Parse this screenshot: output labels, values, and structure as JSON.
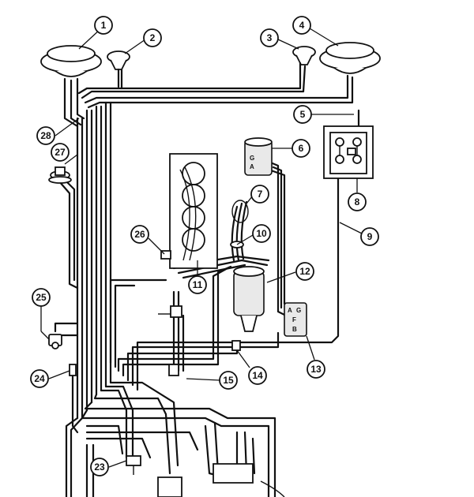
{
  "callouts": [
    "1",
    "2",
    "3",
    "4",
    "5",
    "6",
    "7",
    "8",
    "9",
    "10",
    "11",
    "12",
    "13",
    "14",
    "15",
    "23",
    "24",
    "25",
    "26",
    "27",
    "28"
  ],
  "gauge_terminal_labels": [
    "G",
    "A"
  ],
  "regulator_terminal_labels": [
    "A",
    "G",
    "F",
    "B"
  ]
}
